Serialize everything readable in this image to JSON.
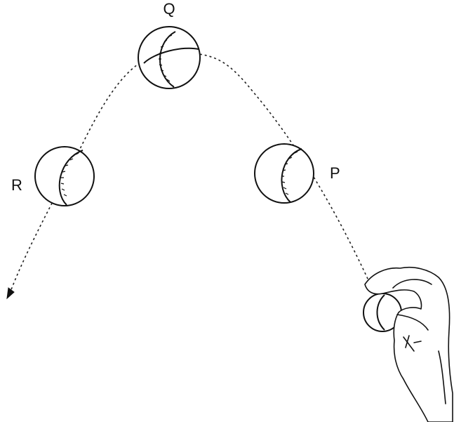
{
  "diagram": {
    "labels": {
      "q": "Q",
      "p": "P",
      "r": "R"
    },
    "colors": {
      "ink": "#111111",
      "background": "#ffffff"
    },
    "icons": {
      "ball": "baseball-icon",
      "hand": "throwing-hand-icon",
      "arrow": "arrowhead-icon"
    }
  }
}
